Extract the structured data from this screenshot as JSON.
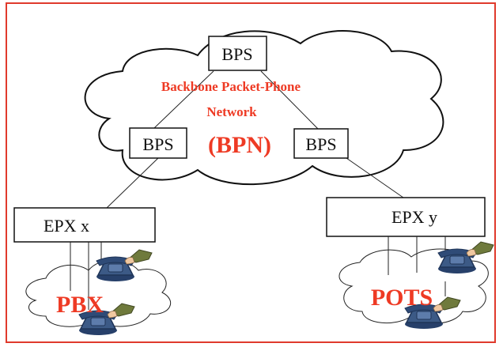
{
  "colors": {
    "border": "#e03a2c",
    "label_red": "#ee3a24",
    "line": "#222222",
    "phone_body": "#3c5a86",
    "sleeve": "#6f7a3c",
    "hand": "#f0c8a0"
  },
  "backbone": {
    "title_line1": "Backbone Packet-Phone",
    "title_line2": "Network",
    "abbr": "(BPN)"
  },
  "switches": {
    "top": "BPS",
    "left": "BPS",
    "right": "BPS"
  },
  "exchanges": {
    "left": "EPX x",
    "right": "EPX y"
  },
  "local_networks": {
    "left": "PBX",
    "right": "POTS"
  },
  "icons": [
    "telephone-with-hand-icon"
  ]
}
